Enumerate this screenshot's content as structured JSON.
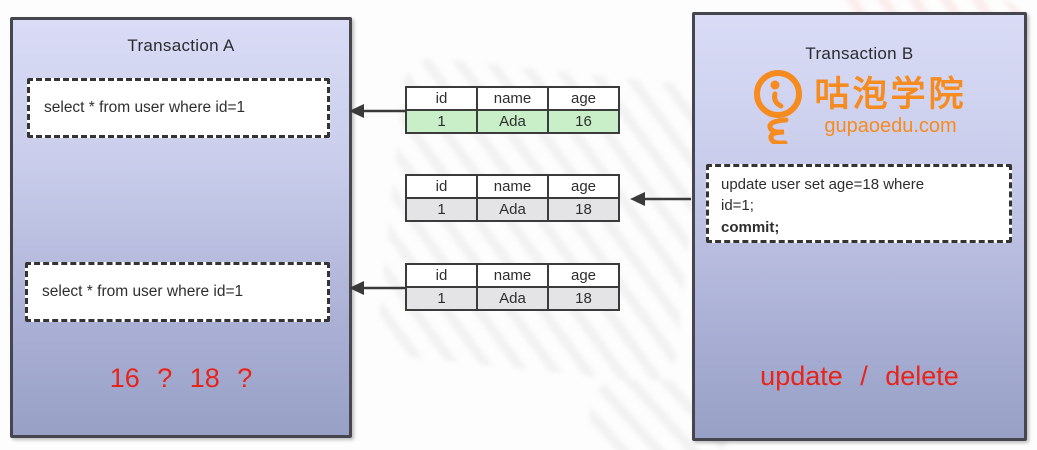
{
  "left_panel": {
    "title": "Transaction A",
    "query1": "select * from user where id=1",
    "query2": "select * from user where id=1",
    "question": "16 ? 18 ?"
  },
  "right_panel": {
    "title": "Transaction B",
    "logo": {
      "icon": "lightbulb-icon",
      "brand_cn": "咕泡学院",
      "brand_url": "gupaoedu.com",
      "color": "#f68b1f"
    },
    "update_sql": {
      "line1": "update user set age=18 where",
      "line2": "id=1;",
      "line3": "commit;"
    },
    "caption": "update / delete"
  },
  "tables": [
    {
      "headers": [
        "id",
        "name",
        "age"
      ],
      "row": [
        "1",
        "Ada",
        "16"
      ],
      "row_color": "#c8efc7"
    },
    {
      "headers": [
        "id",
        "name",
        "age"
      ],
      "row": [
        "1",
        "Ada",
        "18"
      ],
      "row_color": "#e4e4e6"
    },
    {
      "headers": [
        "id",
        "name",
        "age"
      ],
      "row": [
        "1",
        "Ada",
        "18"
      ],
      "row_color": "#e4e4e6"
    }
  ],
  "colors": {
    "panel_gradient_top": "#dadcf6",
    "panel_gradient_bottom": "#98a0c6",
    "panel_border": "#46464e",
    "table_border": "#3b3b3b",
    "accent_red": "#e8241a",
    "logo_orange": "#f68b1f",
    "row_green": "#c8efc7",
    "row_gray": "#e4e4e6"
  }
}
